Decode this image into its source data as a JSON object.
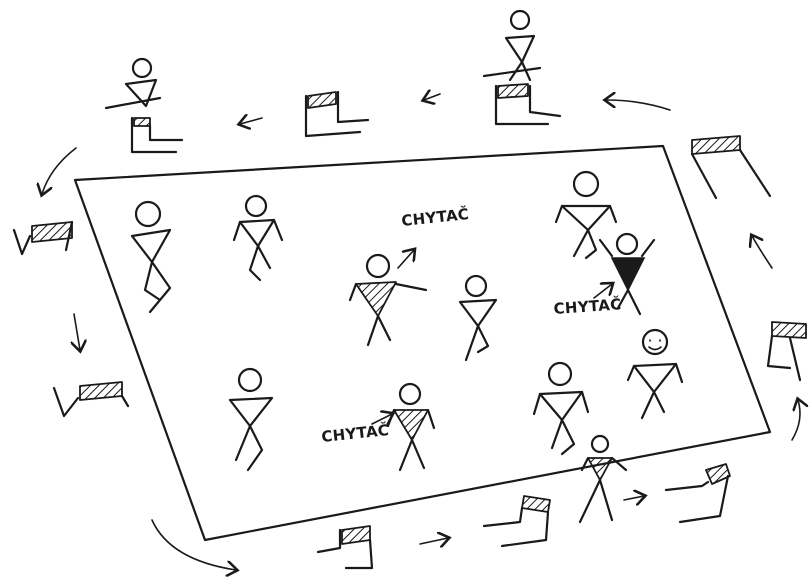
{
  "labels": {
    "tagger_1": "CHYTAČ",
    "tagger_2": "CHYTAČ",
    "tagger_3": "CHYTAČ"
  },
  "icons": {
    "stick_figure": "stick-figure-icon",
    "bench": "bench-icon",
    "arrow": "arrow-icon"
  }
}
